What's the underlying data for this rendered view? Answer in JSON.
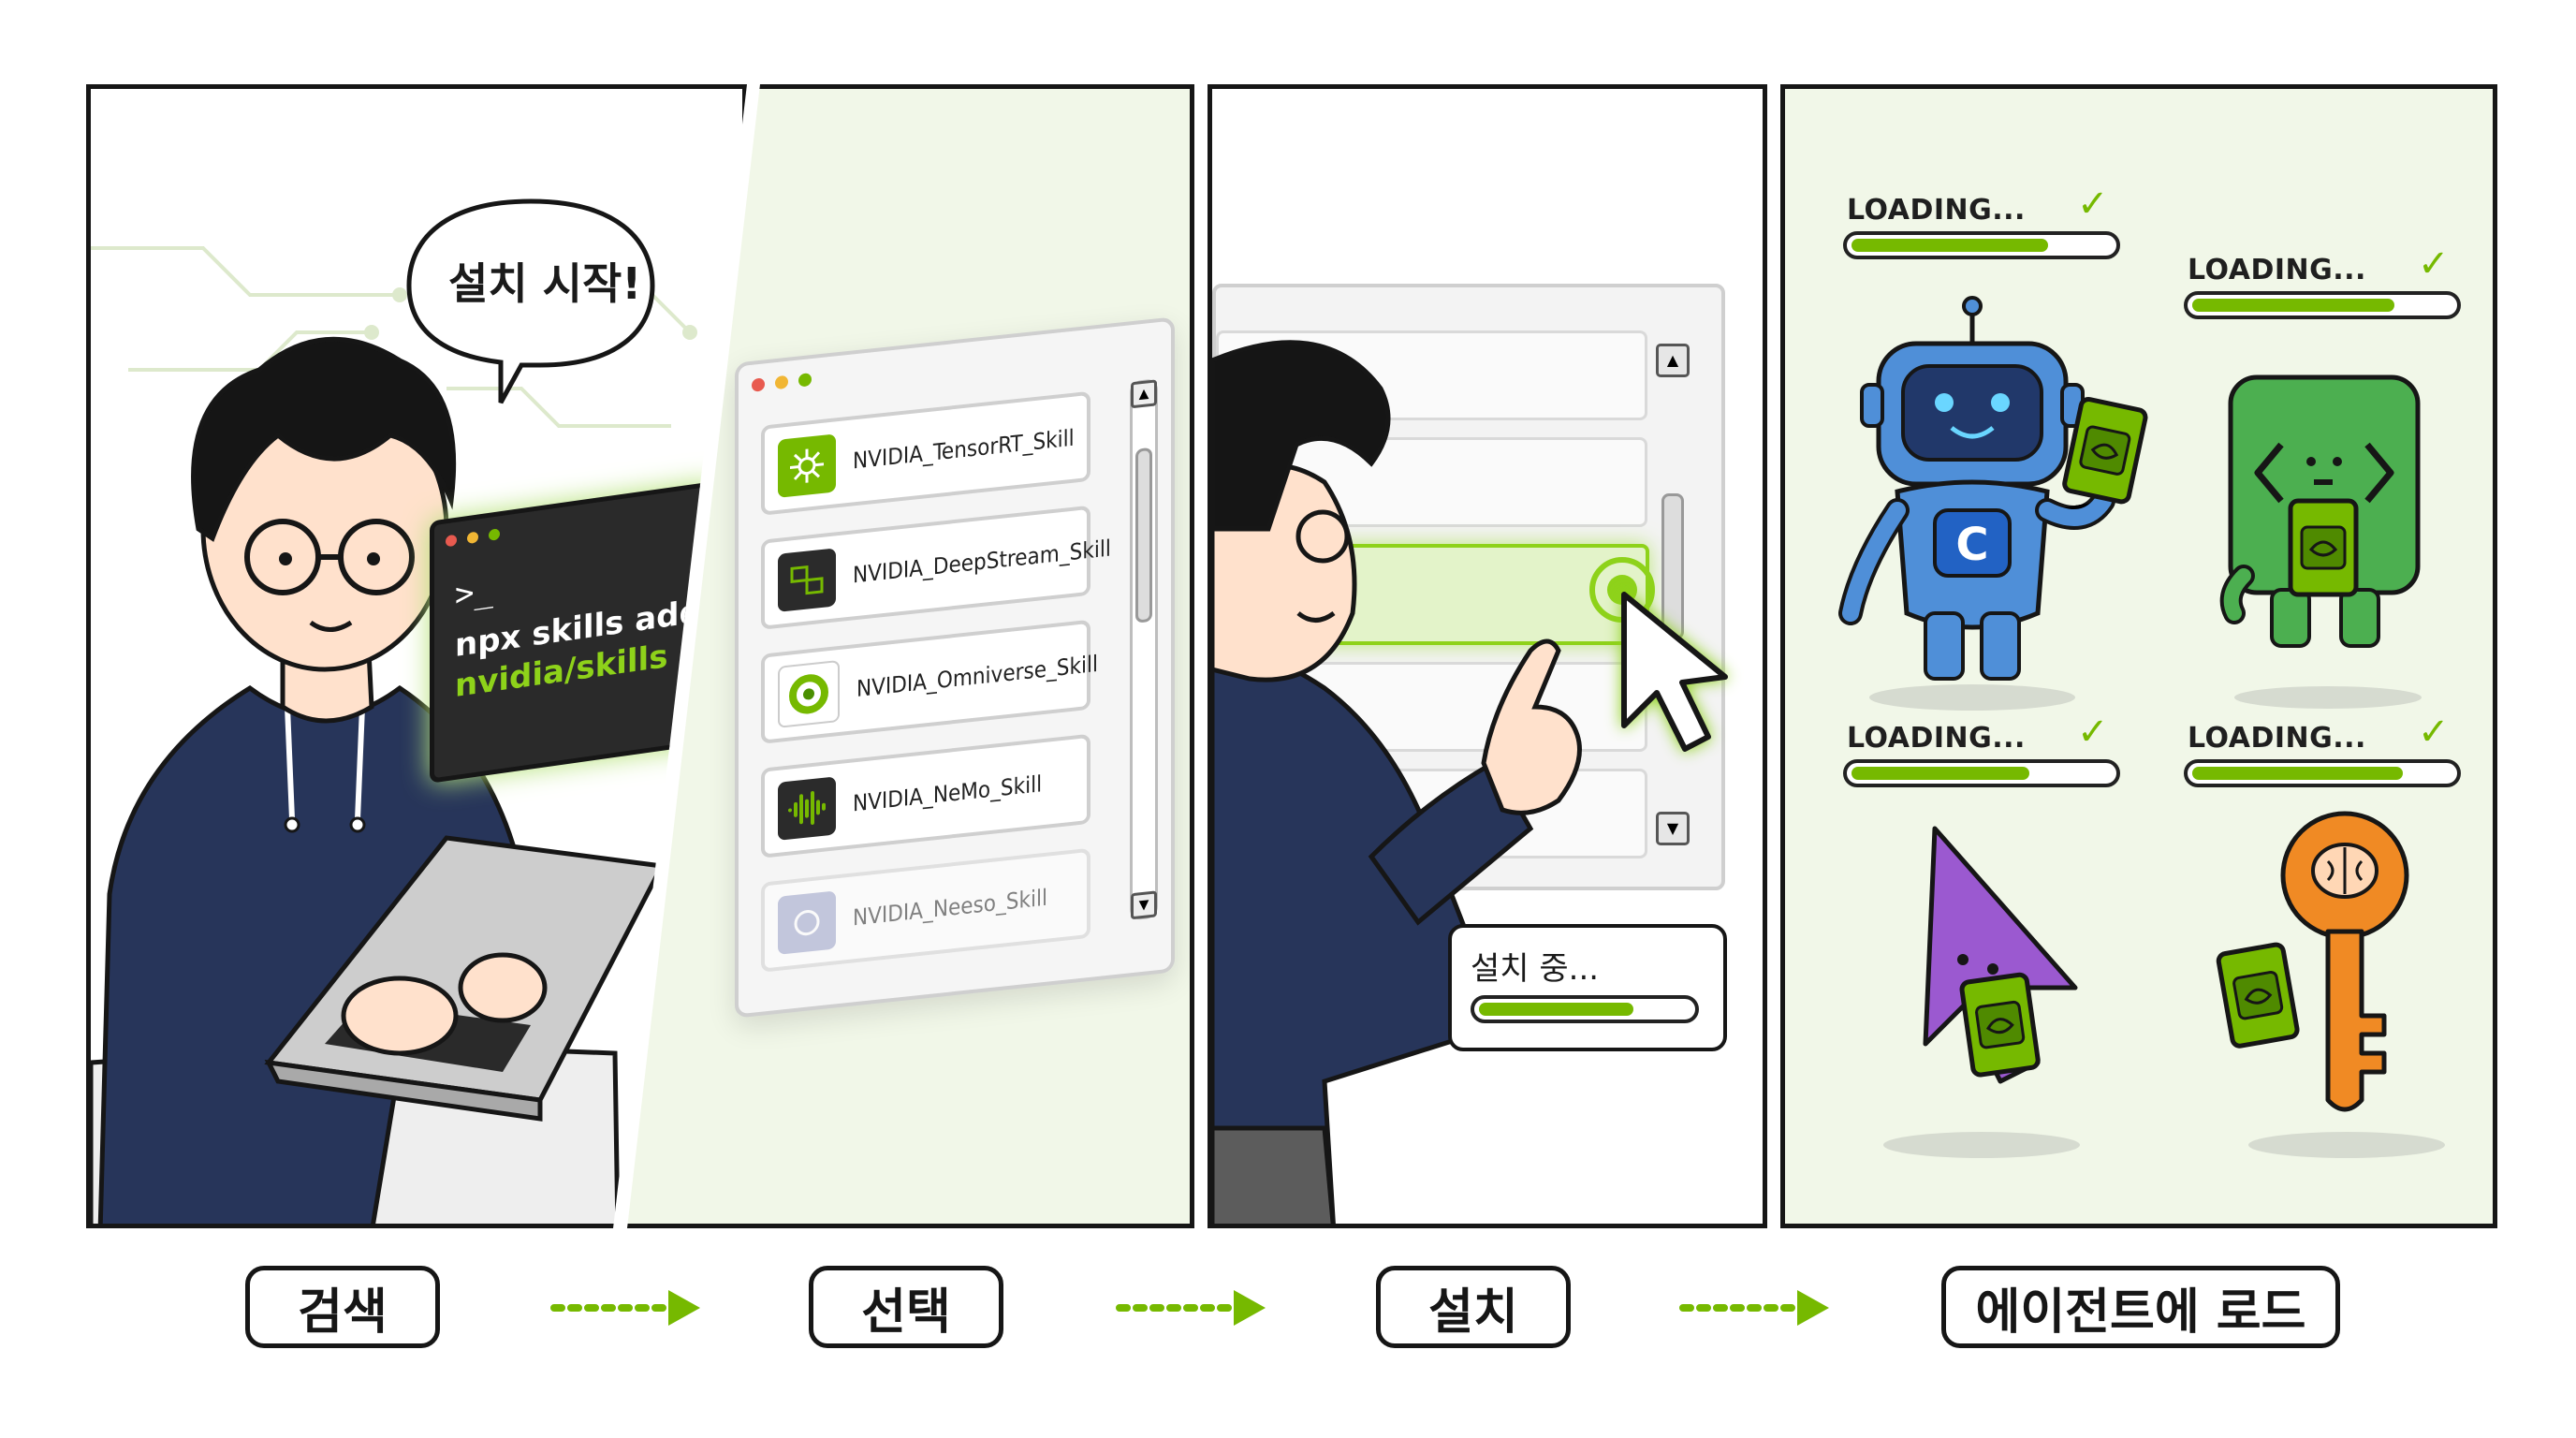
{
  "panel1": {
    "speech": "설치 시작!",
    "terminal": {
      "prompt": ">_",
      "line1": "npx skills add",
      "line2": "nvidia/skills"
    }
  },
  "panel2": {
    "skills": [
      {
        "label": "NVIDIA_TensorRT_Skill",
        "icon": "tensorrt-icon",
        "color": "#76b900"
      },
      {
        "label": "NVIDIA_DeepStream_Skill",
        "icon": "deepstream-icon",
        "color": "#2b2b2b"
      },
      {
        "label": "NVIDIA_Omniverse_Skill",
        "icon": "omniverse-icon",
        "color": "#ffffff"
      },
      {
        "label": "NVIDIA_NeMo_Skill",
        "icon": "nemo-icon",
        "color": "#2b2b2b"
      },
      {
        "label": "NVIDIA_Neeso_Skill",
        "icon": "neeso-icon",
        "color": "#9aa0c8"
      }
    ]
  },
  "panel3": {
    "installing": "설치 중...",
    "progress": 0.7
  },
  "panel4": {
    "agents": [
      {
        "label": "LOADING...",
        "progress": 0.73,
        "name": "robot-agent"
      },
      {
        "label": "LOADING...",
        "progress": 0.75,
        "name": "code-agent"
      },
      {
        "label": "LOADING...",
        "progress": 0.66,
        "name": "cursor-agent"
      },
      {
        "label": "LOADING...",
        "progress": 0.78,
        "name": "key-agent"
      }
    ]
  },
  "steps": [
    "검색",
    "선택",
    "설치",
    "에이전트에 로드"
  ],
  "colors": {
    "accent": "#76b900",
    "navy": "#27355a",
    "ink": "#161616"
  }
}
